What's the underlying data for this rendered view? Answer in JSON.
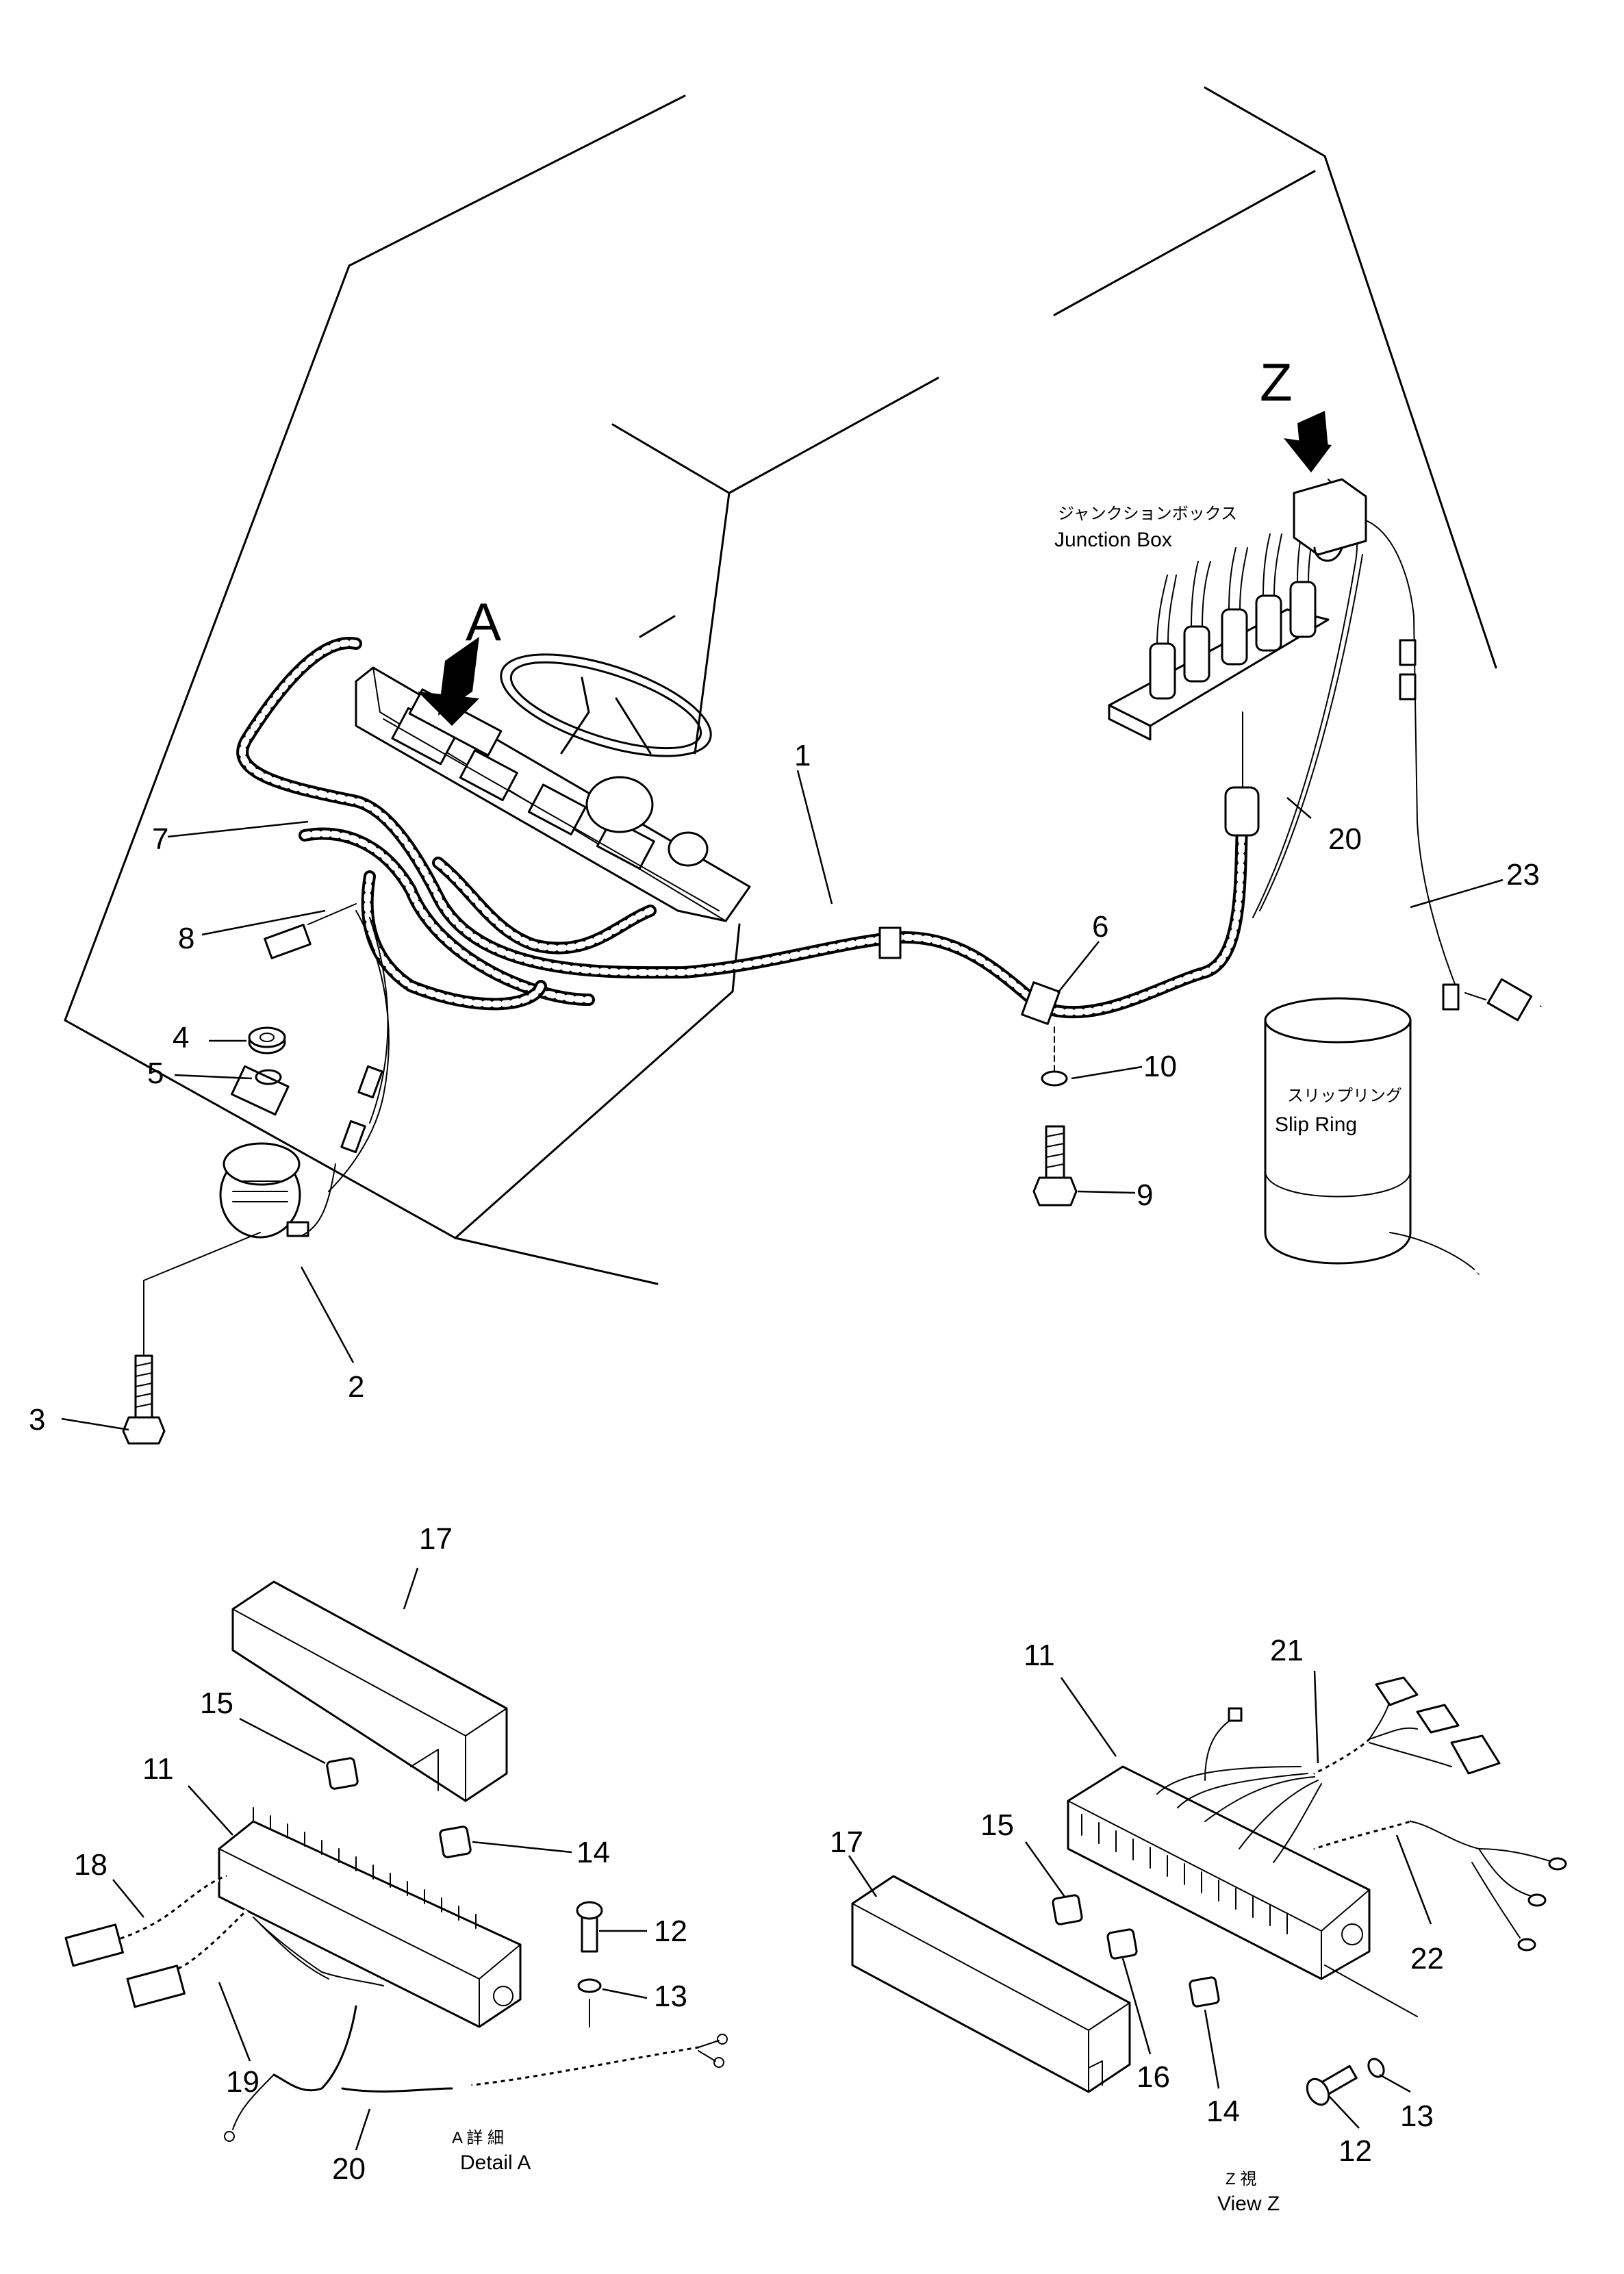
{
  "callouts": {
    "n1": "1",
    "n2": "2",
    "n3": "3",
    "n4": "4",
    "n5": "5",
    "n6": "6",
    "n7": "7",
    "n8": "8",
    "n9": "9",
    "n10": "10",
    "n20a": "20",
    "n23": "23",
    "d17": "17",
    "d15": "15",
    "d11": "11",
    "d18": "18",
    "d14": "14",
    "d12": "12",
    "d13": "13",
    "d19": "19",
    "d20": "20",
    "z11": "11",
    "z21": "21",
    "z15": "15",
    "z17": "17",
    "z22": "22",
    "z16": "16",
    "z14": "14",
    "z12": "12",
    "z13": "13"
  },
  "views": {
    "arrow_a": "A",
    "arrow_z": "Z"
  },
  "labels": {
    "junction_box_jp": "ジャンクションボックス",
    "junction_box_en": "Junction  Box",
    "slip_ring_jp": "スリップリング",
    "slip_ring_en": "Slip  Ring",
    "detail_a_jp": "A  詳  細",
    "detail_a_en": "Detail  A",
    "view_z_jp": "Z   視",
    "view_z_en": "View  Z"
  }
}
